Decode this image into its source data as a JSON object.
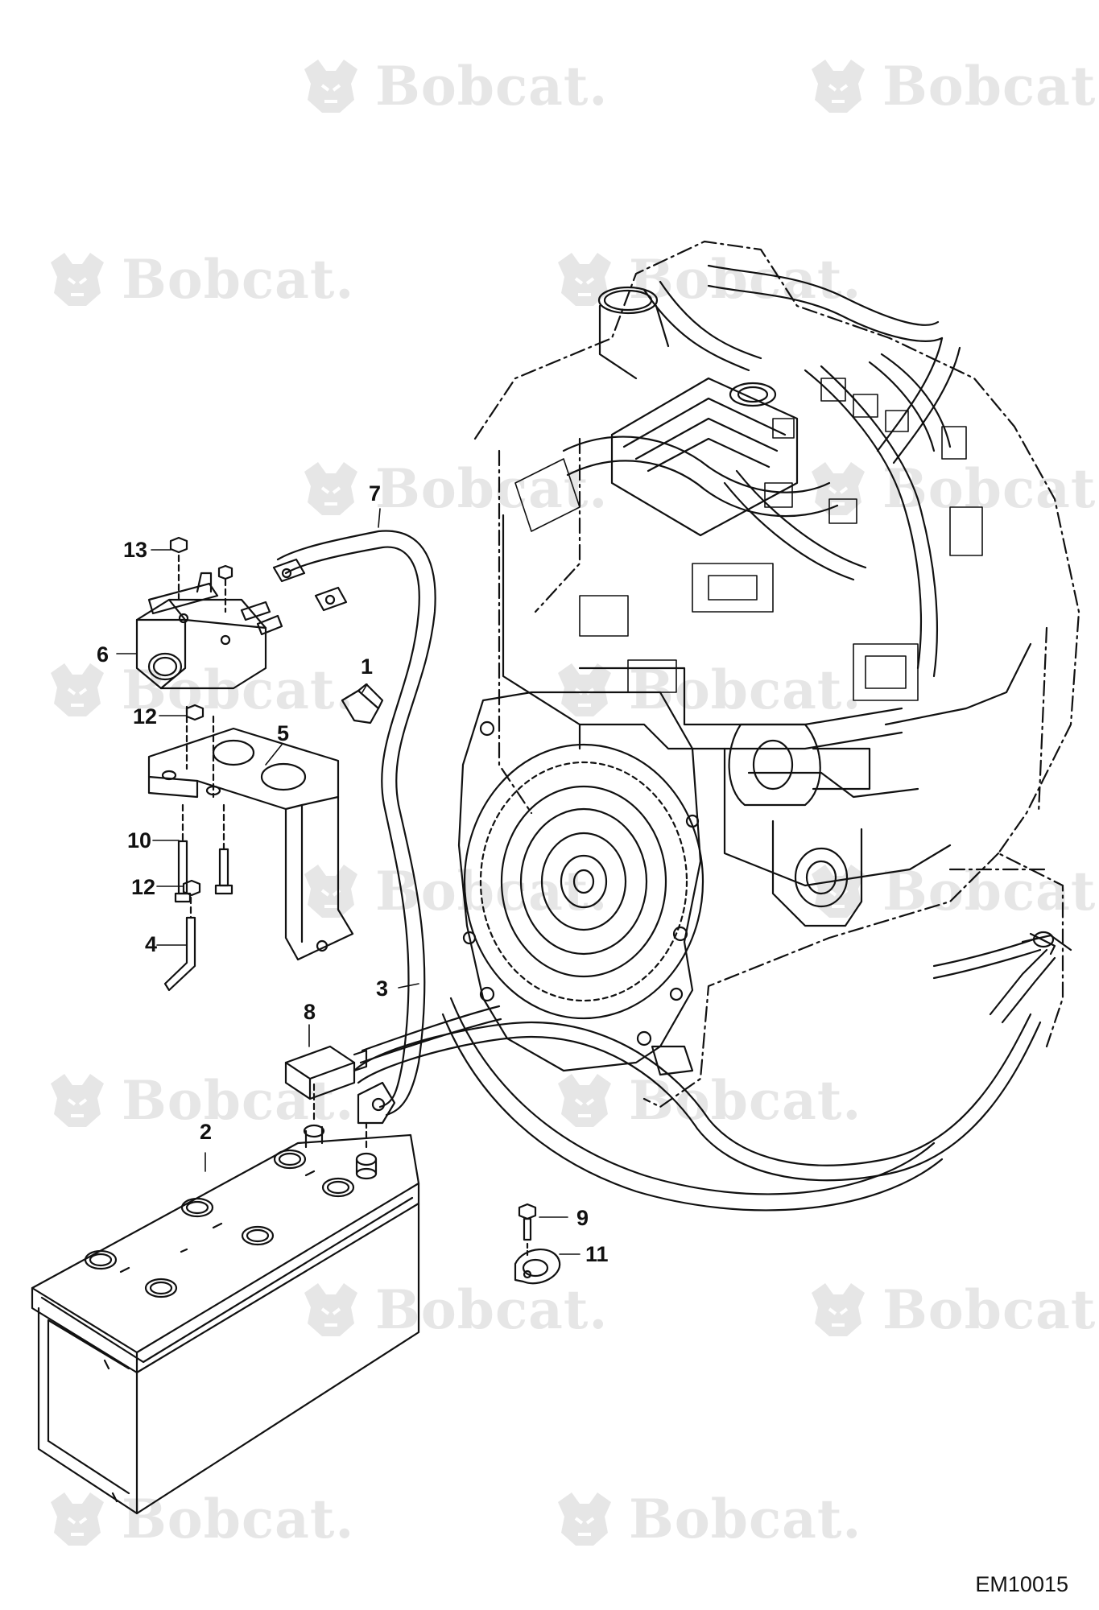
{
  "watermark_text": "Bobcat",
  "drawing_code": "EM10015",
  "callouts": [
    "1",
    "2",
    "3",
    "4",
    "5",
    "6",
    "7",
    "8",
    "9",
    "10",
    "11",
    "12",
    "12",
    "13"
  ],
  "colors": {
    "line": "#111111",
    "watermark": "#e6e6e6",
    "background": "#ffffff"
  }
}
